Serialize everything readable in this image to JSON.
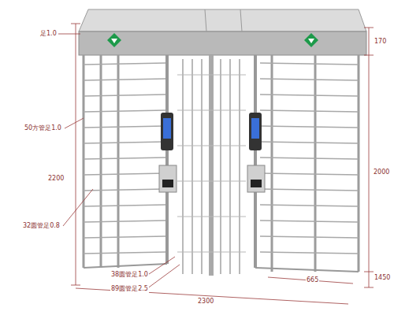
{
  "diagram": {
    "labels": [
      "足1.0",
      "170",
      "50方管足1.0",
      "2200",
      "2000",
      "32圆管足0.8",
      "38圆管足1.0",
      "1450",
      "665",
      "89圆管足2.5",
      "2300"
    ]
  }
}
